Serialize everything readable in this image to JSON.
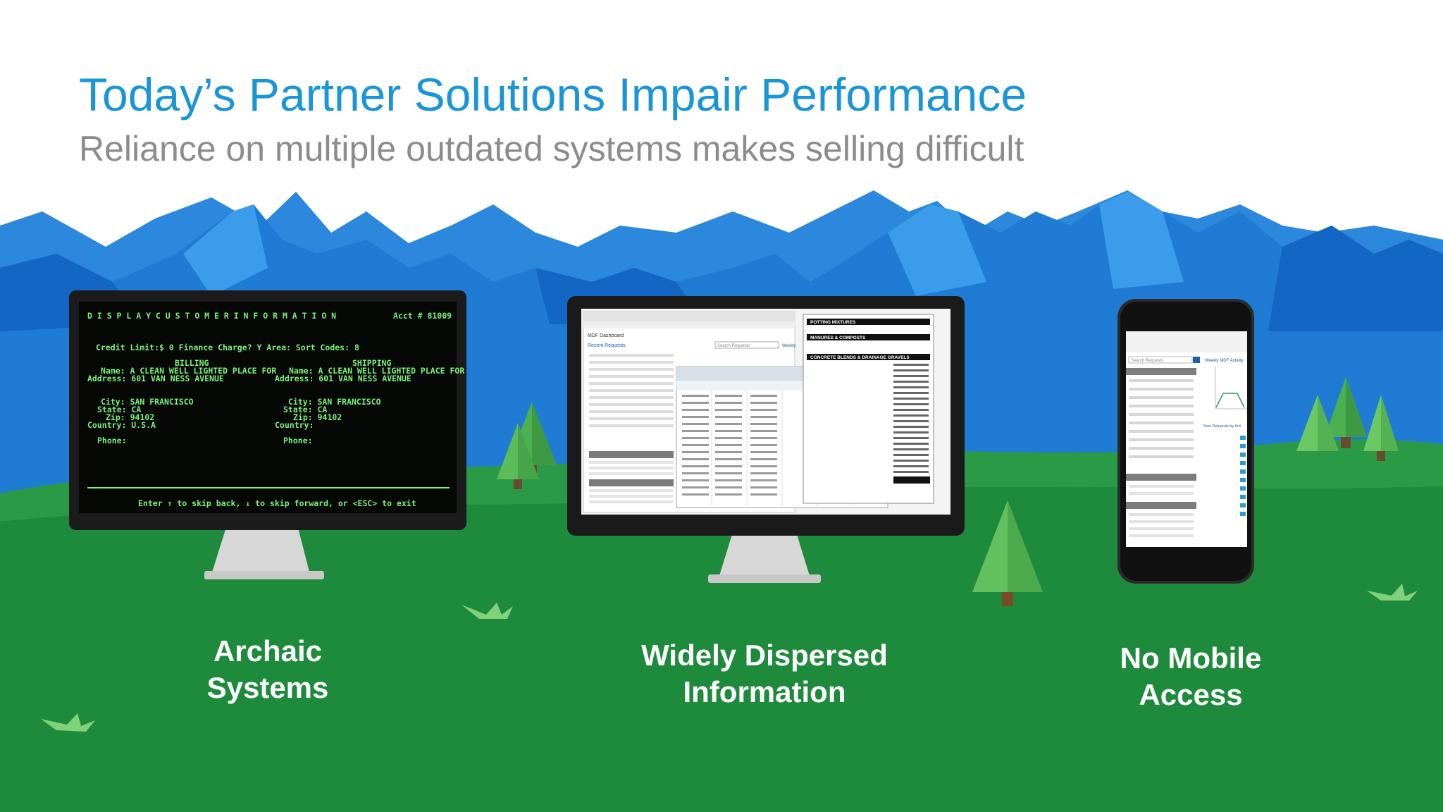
{
  "slide": {
    "title": "Today’s Partner Solutions Impair Performance",
    "subtitle": "Reliance on multiple outdated systems makes selling difficult"
  },
  "captions": [
    {
      "line1": "Archaic",
      "line2": "Systems"
    },
    {
      "line1": "Widely Dispersed",
      "line2": "Information"
    },
    {
      "line1": "No Mobile",
      "line2": "Access"
    }
  ],
  "terminal": {
    "header": "D I S P L A Y   C U S T O M E R   I N F O R M A T I O N",
    "acct": "Acct # 81009",
    "row1": "Credit Limit:$     0     Finance Charge? Y     Area:        Sort Codes: 8",
    "billing_label": "BILLING",
    "shipping_label": "SHIPPING",
    "billing_name": "Name: A CLEAN WELL LIGHTED PLACE FOR",
    "billing_address": "Address: 601 VAN NESS AVENUE",
    "billing_city": "City: SAN FRANCISCO",
    "billing_state": "State: CA",
    "billing_zip": "Zip: 94102",
    "billing_country": "Country: U.S.A",
    "billing_phone": "Phone:",
    "shipping_name": "Name: A CLEAN WELL LIGHTED PLACE FOR",
    "shipping_address": "Address: 601 VAN NESS AVENUE",
    "shipping_city": "City: SAN FRANCISCO",
    "shipping_state": "State: CA",
    "shipping_zip": "Zip: 94102",
    "shipping_country": "Country:",
    "shipping_phone": "Phone:",
    "footer": "Enter ↑ to skip back, ↓ to skip forward, or <ESC> to exit"
  },
  "desktop_screen": {
    "dashboard_title": "MDF Dashboard",
    "recent_requests": "Recent Requests",
    "search_placeholder": "Search Requests",
    "weekly": "Weekly",
    "potting_mixtures": "POTTING MIXTURES",
    "manures_composts": "MANURES & COMPOSTS",
    "concrete_blends": "CONCRETE BLENDS & DRAINAGE GRAVELS"
  },
  "phone_screen": {
    "search_placeholder": "Search Requests",
    "chart_title": "Weekly MDF Activity",
    "new_requests": "New Requests by Acti"
  },
  "colors": {
    "title": "#1a96d6",
    "subtitle": "#8c8c8c",
    "sky": "#ffffff",
    "mountain_light": "#2f8ee0",
    "mountain_dark": "#1565c8",
    "grass": "#208a3e",
    "tree": "#5cb85c",
    "terminal_text": "#7cf27a"
  }
}
